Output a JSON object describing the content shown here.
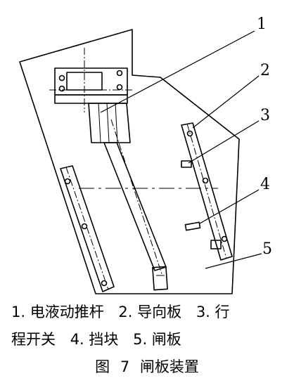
{
  "figure": {
    "callouts": [
      "1",
      "2",
      "3",
      "4",
      "5"
    ],
    "caption_line_1": [
      "1. 电液动推杆",
      "2. 导向板",
      "3. 行"
    ],
    "caption_line_2": [
      "程开关",
      "4. 挡块",
      "5. 闸板"
    ],
    "title": "图 7  闸板装置"
  },
  "colors": {
    "line": "#000000",
    "background": "#ffffff"
  }
}
